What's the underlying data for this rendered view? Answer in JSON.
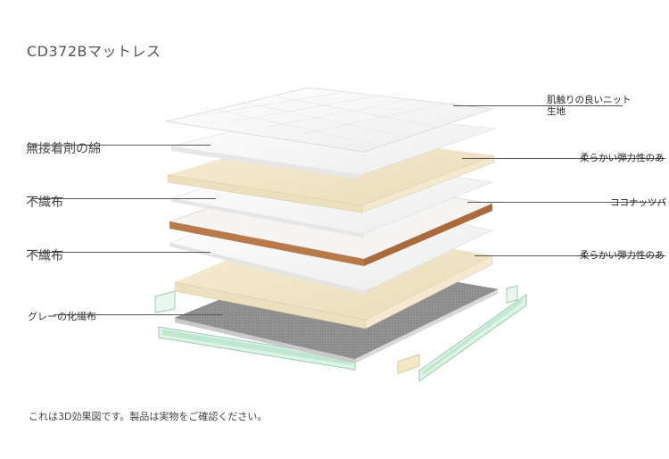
{
  "title": "CD372Bマットレス",
  "footnote": "これは3D効果図です。製品は実物をご確認ください。",
  "labels": {
    "left": [
      "無接着剤の綿",
      "不織布",
      "不織布",
      "グレーの化繊布"
    ],
    "right": [
      "肌触りの良いニット生地",
      "柔らかい弾力性のあ",
      "ココナッツパ",
      "柔らかい弾力性のあ"
    ]
  },
  "colors": {
    "quilt": "#f7f7f7",
    "cotton": "#eeeeee",
    "foam": "#f2e6c8",
    "coconut": "#b87a4a",
    "spring_frame": "#cfeedd",
    "grey_fabric": "#8a8a8a"
  }
}
